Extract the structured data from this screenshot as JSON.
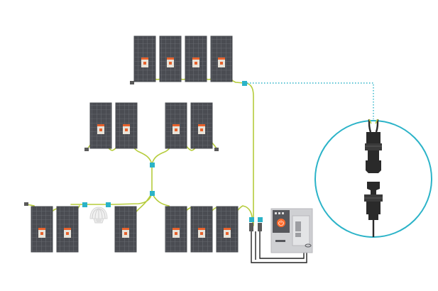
{
  "colors": {
    "panel": "#4a4c52",
    "panel_grid": "#8a8d94",
    "junction_box": "#e8e3d9",
    "junction_accent": "#e8622c",
    "cable": "#b6cc3c",
    "connector": "#2bb3c8",
    "cable_end": "#5a5a5a",
    "inverter_body": "#cfd0d3",
    "inverter_front": "#56575c",
    "inverter_led": "#ff6a2a",
    "dc_wire": "#222222",
    "callout": "#2bb3c8"
  },
  "arrays": [
    {
      "id": "top-string",
      "panels": 4
    },
    {
      "id": "middle-left-pair",
      "panels": 2
    },
    {
      "id": "middle-right-pair",
      "panels": 2
    },
    {
      "id": "bottom-left-pair",
      "panels": 2
    },
    {
      "id": "bottom-single",
      "panels": 1
    },
    {
      "id": "bottom-right-string",
      "panels": 3
    }
  ],
  "icons": {
    "shade_object": "shell-icon",
    "inverter": "inverter-icon",
    "connector_detail": "mc4-connector-icon"
  },
  "inverter": {
    "power_symbol": "⏻"
  }
}
